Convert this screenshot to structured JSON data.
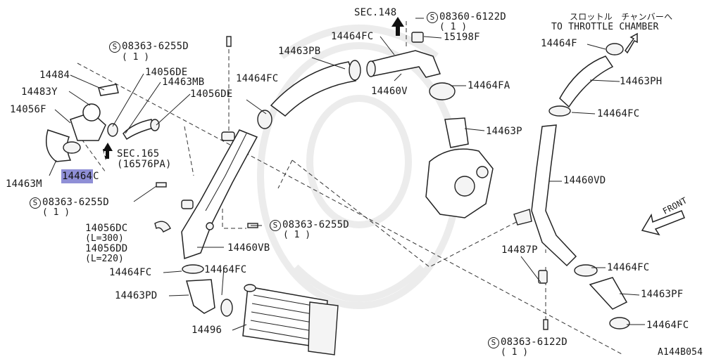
{
  "labels": {
    "p14484": "14484",
    "p14483Y": "14483Y",
    "p14056F": "14056F",
    "p14463M": "14463M",
    "p14464C": "14464",
    "p14464C_suffix": "C",
    "p14056DE_a": "14056DE",
    "p14463MB": "14463MB",
    "p14056DE_b": "14056DE",
    "sec165": "SEC.165",
    "sec165_ref": "(16576PA)",
    "bolt_a_code": "08363-6255D",
    "bolt_a_qty": "( 1 )",
    "bolt_b_code": "08363-6255D",
    "bolt_b_qty": "( 1 )",
    "bolt_c_code": "08363-6255D",
    "bolt_c_qty": "( 1 )",
    "p14056DC": "14056DC",
    "p14056DC_len": "(L=300)",
    "p14056DD": "14056DD",
    "p14056DD_len": "(L=220)",
    "p14460VB": "14460VB",
    "p14464FC_a": "14464FC",
    "p14464FC_b": "14464FC",
    "p14463PD": "14463PD",
    "p14496": "14496",
    "p14463PB": "14463PB",
    "p14464FC_c": "14464FC",
    "sec148": "SEC.148",
    "p14464FC_d": "14464FC",
    "bolt_d_code": "08360-6122D",
    "bolt_d_qty": "( 1 )",
    "p15198F": "15198F",
    "p14460V": "14460V",
    "p14464FA": "14464FA",
    "p14463P": "14463P",
    "throttle_jp": "スロットル　チャンバーへ",
    "throttle_en": "TO THROTTLE CHAMBER",
    "p14464F": "14464F",
    "p14463PH": "14463PH",
    "p14464FC_e": "14464FC",
    "p14460VD": "14460VD",
    "front": "FRONT",
    "p14487P": "14487P",
    "p14464FC_f": "14464FC",
    "p14463PF": "14463PF",
    "p14464FC_g": "14464FC",
    "bolt_e_code": "08363-6122D",
    "bolt_e_qty": "( 1 )",
    "diagram_id": "A144B054",
    "bolt_symbol": "S"
  },
  "colors": {
    "highlight": "#8f8fd6",
    "ink": "#1a1a1a",
    "watermark": "#ececec"
  },
  "icons": {
    "bolt_marker": "circled-s-icon",
    "direction_arrow": "arrow-icon"
  }
}
